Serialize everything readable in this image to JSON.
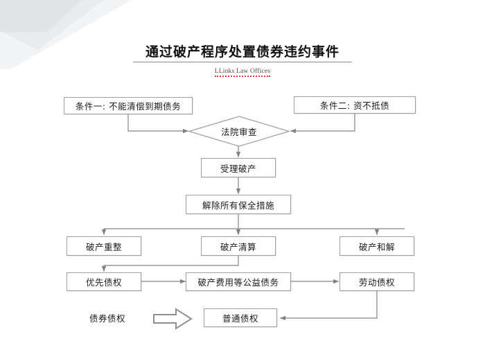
{
  "slide": {
    "title": "通过破产程序处置债券违约事件",
    "subtitle": "LLinks Law Offices",
    "background_color": "#ffffff",
    "node_border_color": "#9b9fa3",
    "connector_color": "#7f8386",
    "text_color": "#1b1b1b"
  },
  "flowchart": {
    "type": "diagram",
    "nodes": [
      {
        "id": "condition-1",
        "label": "条件一: 不能清偿到期债务",
        "shape": "rectangle"
      },
      {
        "id": "condition-2",
        "label": "条件二: 资不抵债",
        "shape": "rectangle"
      },
      {
        "id": "court-review",
        "label": "法院审查",
        "shape": "diamond"
      },
      {
        "id": "accept-bankruptcy",
        "label": "受理破产",
        "shape": "rectangle"
      },
      {
        "id": "release-preservation",
        "label": "解除所有保全措施",
        "shape": "rectangle"
      },
      {
        "id": "reorganization",
        "label": "破产重整",
        "shape": "rectangle"
      },
      {
        "id": "liquidation",
        "label": "破产清算",
        "shape": "rectangle"
      },
      {
        "id": "settlement",
        "label": "破产和解",
        "shape": "rectangle"
      },
      {
        "id": "priority-claim",
        "label": "优先债权",
        "shape": "rectangle"
      },
      {
        "id": "public-debt",
        "label": "破产费用等公益债务",
        "shape": "rectangle"
      },
      {
        "id": "labor-claim",
        "label": "劳动债权",
        "shape": "rectangle"
      },
      {
        "id": "bond-claim",
        "label": "债券债权",
        "shape": "plain-text"
      },
      {
        "id": "ordinary-claim",
        "label": "普通债权",
        "shape": "rectangle"
      }
    ],
    "edges": [
      {
        "from": "condition-1",
        "to": "court-review",
        "style": "elbow-arrow"
      },
      {
        "from": "condition-2",
        "to": "court-review",
        "style": "elbow-arrow"
      },
      {
        "from": "court-review",
        "to": "accept-bankruptcy",
        "style": "straight-arrow"
      },
      {
        "from": "accept-bankruptcy",
        "to": "release-preservation",
        "style": "straight-arrow"
      },
      {
        "from": "release-preservation",
        "to": "reorganization",
        "style": "split-arrow"
      },
      {
        "from": "release-preservation",
        "to": "liquidation",
        "style": "split-arrow"
      },
      {
        "from": "release-preservation",
        "to": "settlement",
        "style": "split-arrow"
      },
      {
        "from": "liquidation",
        "to": "priority-claim",
        "style": "elbow-arrow"
      },
      {
        "from": "priority-claim",
        "to": "public-debt",
        "style": "straight-arrow"
      },
      {
        "from": "public-debt",
        "to": "labor-claim",
        "style": "straight-arrow"
      },
      {
        "from": "labor-claim",
        "to": "ordinary-claim",
        "style": "elbow-arrow"
      },
      {
        "from": "bond-claim",
        "to": "ordinary-claim",
        "style": "block-arrow"
      }
    ]
  }
}
